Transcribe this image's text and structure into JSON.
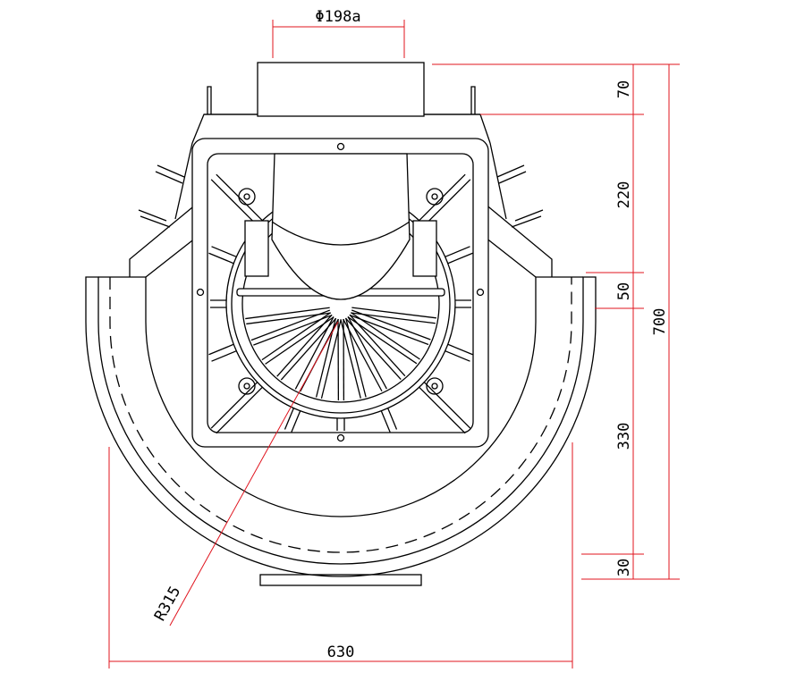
{
  "dimensions": {
    "diameter_label": "Φ198a",
    "top_height": "70",
    "frame_height": "220",
    "middle_gap": "50",
    "total_height": "700",
    "lower_height": "330",
    "bottom_gap": "30",
    "radius_label": "R315",
    "width": "630"
  },
  "colors": {
    "dimension": "#e0141e",
    "outline": "#000000"
  }
}
